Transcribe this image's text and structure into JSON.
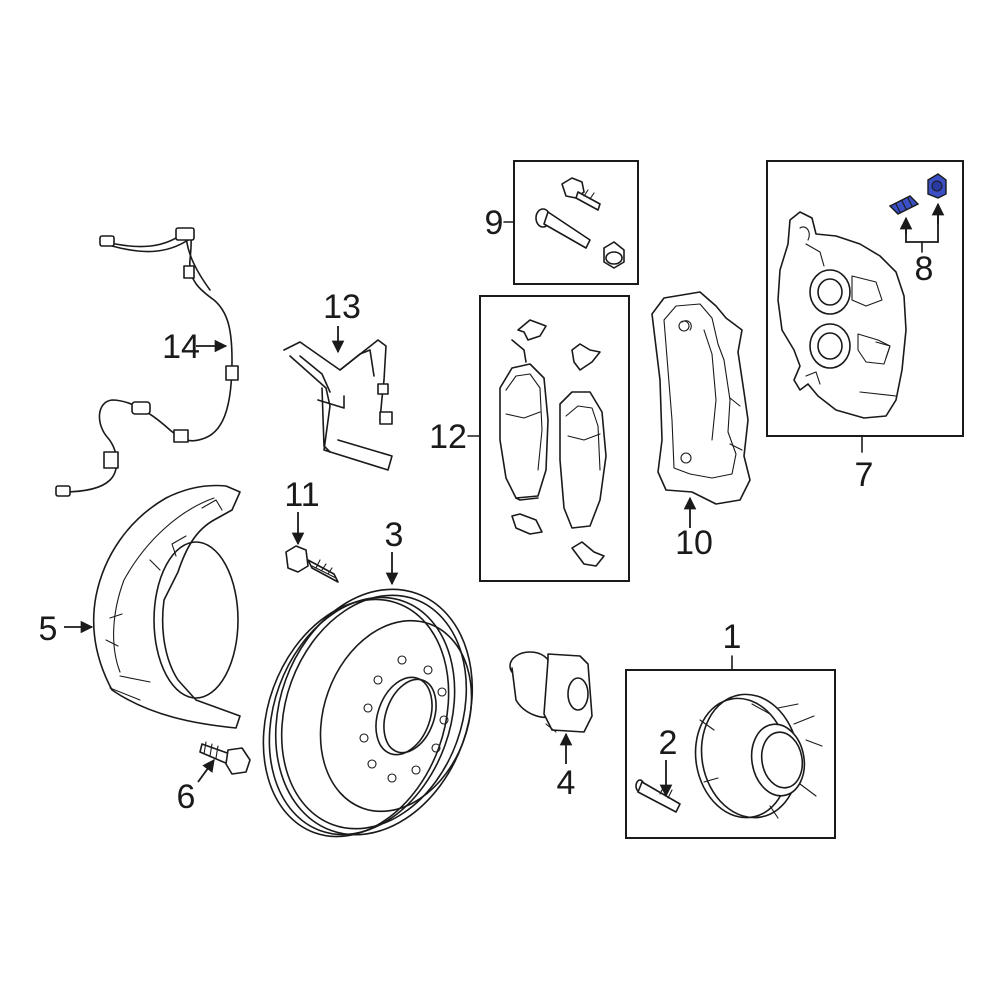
{
  "callouts": {
    "c1": "1",
    "c2": "2",
    "c3": "3",
    "c4": "4",
    "c5": "5",
    "c6": "6",
    "c7": "7",
    "c8": "8",
    "c9": "9",
    "c10": "10",
    "c11": "11",
    "c12": "12",
    "c13": "13",
    "c14": "14"
  },
  "colors": {
    "highlight": "#3a4fc4",
    "line": "#1a1a1a",
    "background": "#ffffff"
  }
}
